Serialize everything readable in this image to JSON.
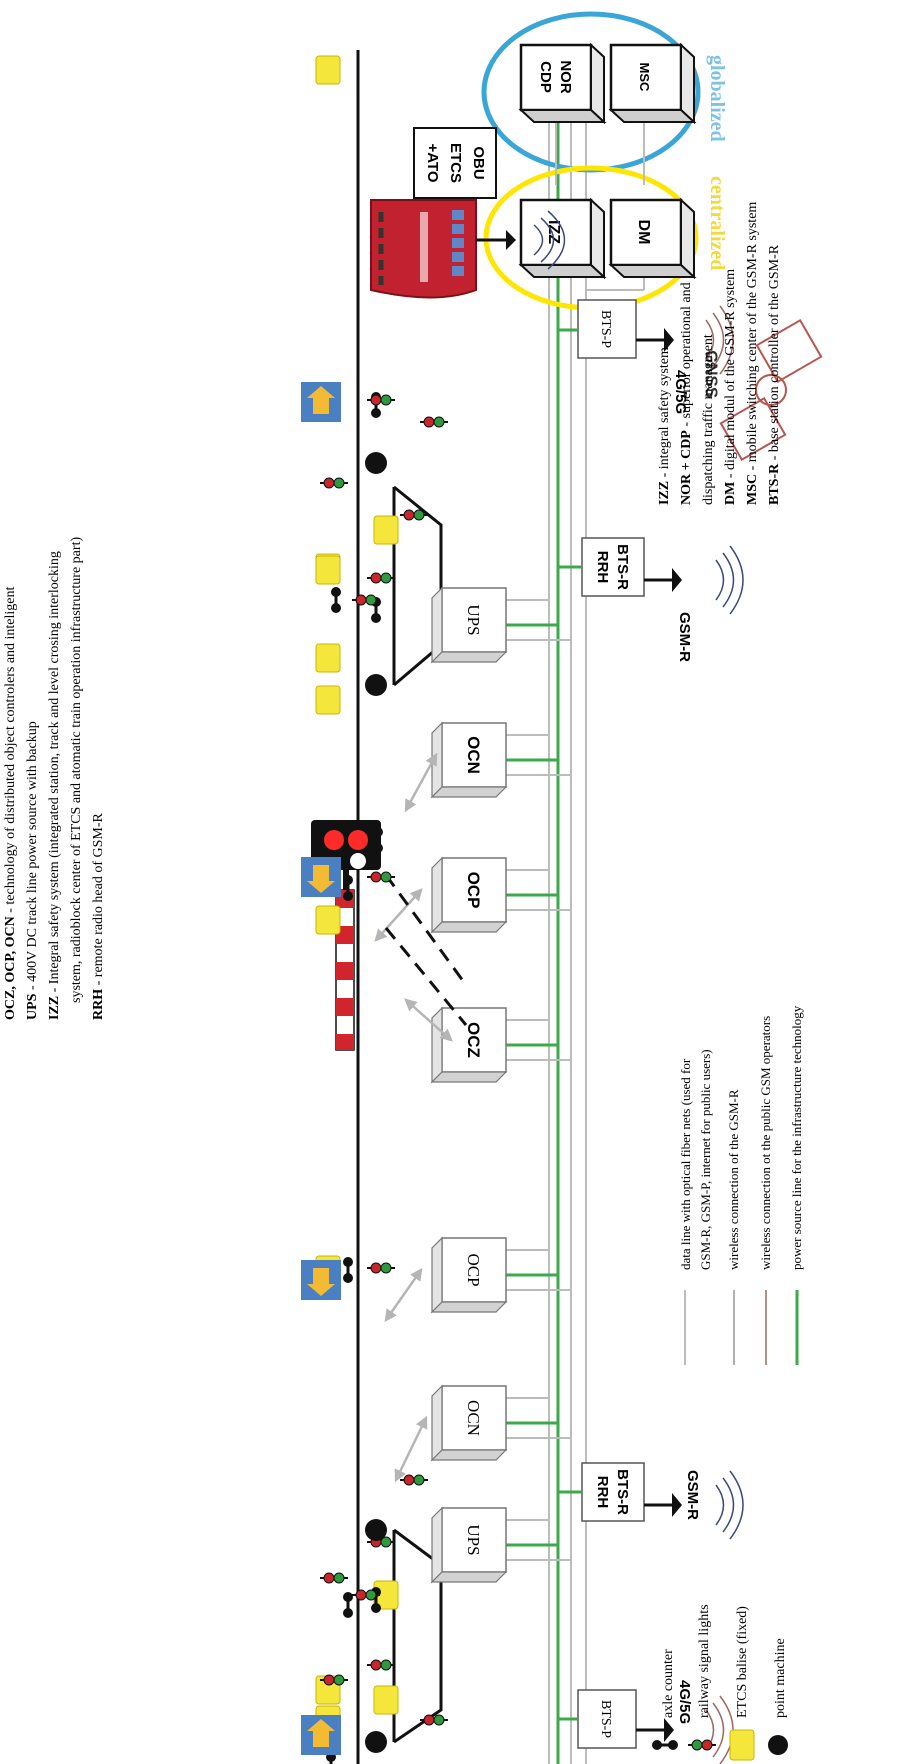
{
  "zones": {
    "globalized": "globalized",
    "centralized": "centralized"
  },
  "central_boxes": {
    "msc": "MSC",
    "nor_cdp_1": "NOR",
    "nor_cdp_2": "CDP",
    "dm": "DM",
    "izz": "IZZ"
  },
  "train": {
    "line1": "OBU",
    "line2": "ETCS",
    "line3": "+ATO"
  },
  "gnss": "GNSS",
  "network_labels": {
    "g45_top": "4G/5G",
    "gsmr_top": "GSM-R",
    "gsmr_bottom": "GSM-R",
    "g45_bottom": "4G/5G"
  },
  "stations": {
    "bts_p": "BTS-P",
    "bts_r_1": "BTS-R",
    "bts_r_2": "RRH"
  },
  "trackside_boxes": {
    "ups": "UPS",
    "ocn": "OCN",
    "ocp": "OCP",
    "ocz": "OCZ"
  },
  "left_legend": {
    "line1_bold": "OCZ, OCP, OCN",
    "line1_rest": " -  technology of distributed object controlers and inteligent",
    "line2_bold": "UPS",
    "line2_rest": " - 400V DC track line power source with backup",
    "line3_bold": "IZZ",
    "line3_rest": " - Integral safety system (integrated station, track and level crosing interlocking",
    "line4": "system, radioblock center of ETCS and atomatic train operation infrastructure part)",
    "line5_bold": "RRH",
    "line5_rest": " - remote radio head of GSM-R"
  },
  "right_legend": {
    "izz_bold": "IZZ",
    "izz_rest": " - integral safety system",
    "nor_bold": "NOR + CDP",
    "nor_rest": " - superior operational and",
    "nor_cont": "dispatching traffic managment",
    "dm_bold": "DM",
    "dm_rest": " - digital modul of the GSM-R system",
    "msc_bold": "MSC",
    "msc_rest": " - mobile switching center of the GSM-R system",
    "bts_bold": "BTS-R",
    "bts_rest": " - base station controller of the GSM-R"
  },
  "symbol_legend": {
    "axle_counter": "axle counter",
    "signal_lights": "railway signal lights",
    "balise": "ETCS balise (fixed)",
    "point_machine": "point machine"
  },
  "line_legend": {
    "data_line_1": "data line with optical fiber nets (used for",
    "data_line_2": "GSM-R, GSM-P, internet for public users)",
    "gsmr_wireless": "wireless connection of the GSM-R",
    "public_wireless": "wireless connection ot the public GSM operators",
    "power_line": "power source line for the infrastructure technology"
  },
  "colors": {
    "power_line": "#3aaa4a",
    "data_line": "#b9b9b9",
    "gsmr_wave": "#3b4a7c",
    "public_wave": "#9a6a62",
    "globalized_ring": "#3aa6d8",
    "centralized_ring": "#ffe600",
    "balise": "#f5e63c",
    "train": "#c2222f",
    "arrow_bg": "#4a7fc1",
    "arrow_fg": "#f2bb33"
  }
}
